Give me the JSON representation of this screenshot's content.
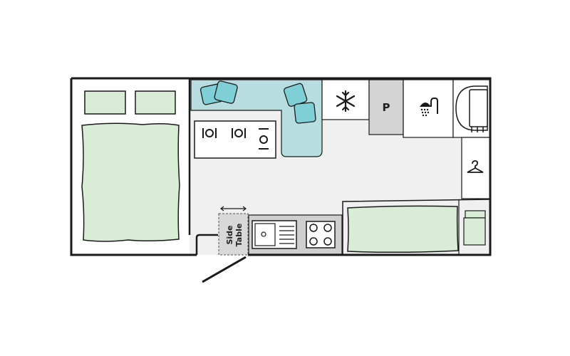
{
  "floorplan": {
    "colors": {
      "wall": "#1a1a1a",
      "floor": "#f0f0f0",
      "bed": "#d8ecd6",
      "dinette": "#b7dde0",
      "cushion": "#7fd0d6",
      "pantry": "#d4d4d4",
      "counter": "#cfcfcf",
      "side_table": "#d8d8d8"
    },
    "icons": {
      "fridge": "snowflake-icon",
      "shower": "shower-icon",
      "wardrobe": "hanger-icon",
      "toilet": "toilet-icon",
      "table_settings": "cutlery-icon",
      "sink": "sink-icon",
      "cooktop": "cooktop-icon",
      "side_table_range": "double-arrow-icon"
    },
    "labels": {
      "pantry": "P",
      "side_table_line1": "Side",
      "side_table_line2": "Table"
    }
  }
}
